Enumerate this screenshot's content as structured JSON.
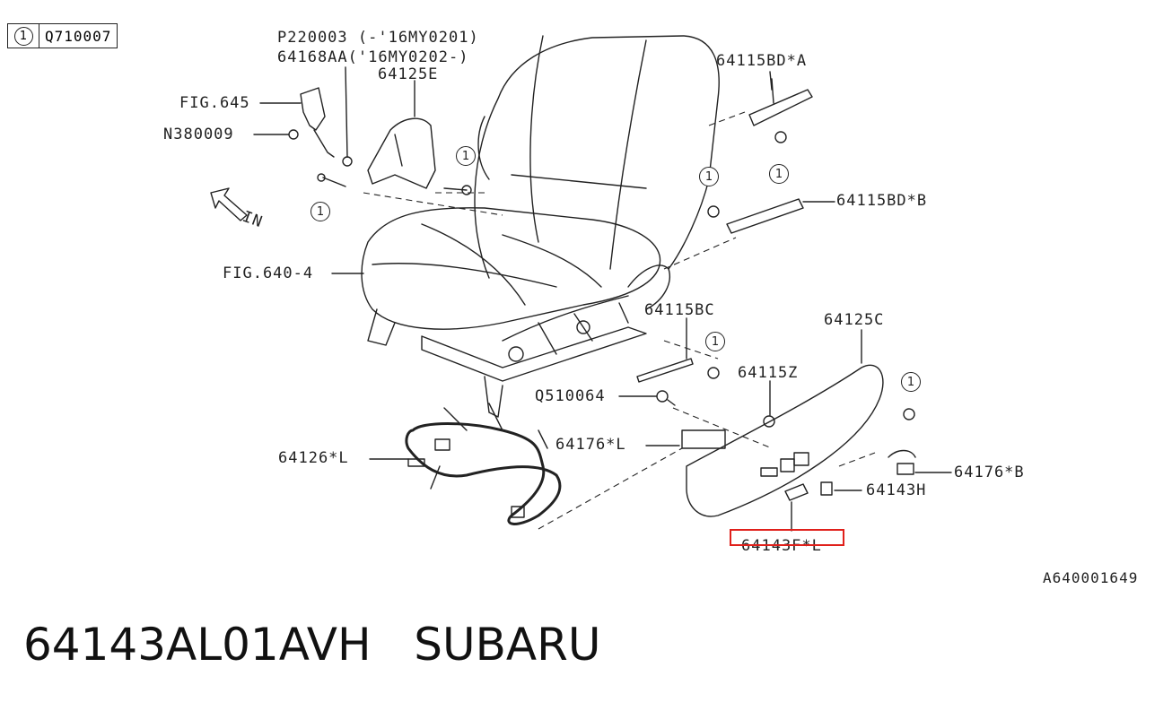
{
  "reference": {
    "num": "1",
    "code": "Q710007"
  },
  "callout_num": "1",
  "labels": {
    "p220003": "P220003 (-'16MY0201)",
    "p64168aa": "64168AA('16MY0202-)",
    "p64125e": "64125E",
    "fig645": "FIG.645",
    "n380009": "N380009",
    "in": "IN",
    "p64115bd_a": "64115BD*A",
    "p64115bd_b": "64115BD*B",
    "fig640_4": "FIG.640-4",
    "p64115bc": "64115BC",
    "p64125c": "64125C",
    "p64115z": "64115Z",
    "q510064": "Q510064",
    "p64176_l": "64176*L",
    "p64126_l": "64126*L",
    "p64176_b": "64176*B",
    "p64143h": "64143H",
    "p64143f_l": "64143F*L",
    "diagram_code": "A640001649"
  },
  "highlight_color": "#e0201b",
  "footer": {
    "part_number": "64143AL01AVH",
    "brand": "SUBARU"
  }
}
